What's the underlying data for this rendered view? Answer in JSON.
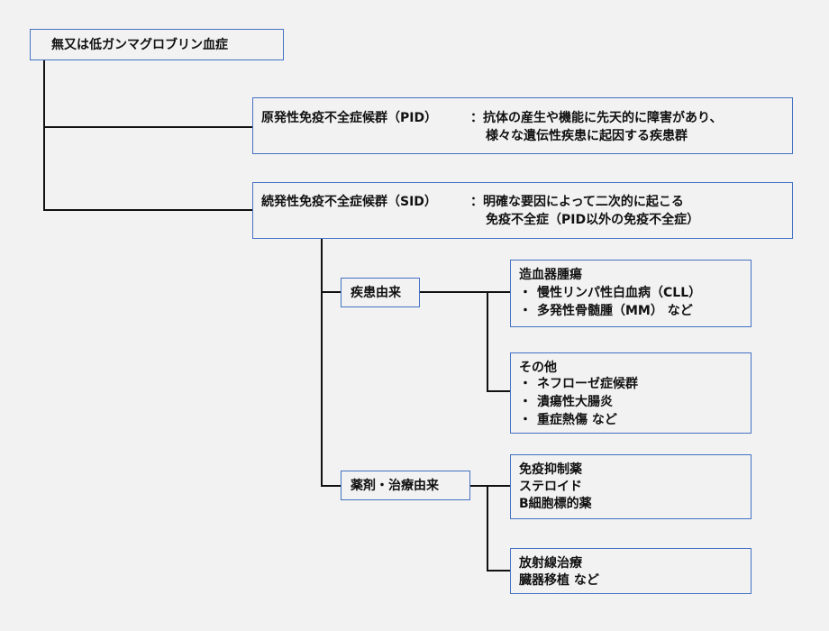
{
  "root": {
    "label": "無又は低ガンマグロブリン血症"
  },
  "pid": {
    "label": "原発性免疫不全症候群（PID）",
    "desc_line1": "：抗体の産生や機能に先天的に障害があり、",
    "desc_line2": "様々な遺伝性疾患に起因する疾患群"
  },
  "sid": {
    "label": "続発性免疫不全症候群（SID）",
    "desc_line1": "：明確な要因によって二次的に起こる",
    "desc_line2": "免疫不全症（PID以外の免疫不全症）"
  },
  "disease_origin": {
    "label": "疾患由来",
    "hematologic": {
      "title": "造血器腫瘍",
      "items": [
        "慢性リンパ性白血病（CLL）",
        "多発性骨髄腫（MM） など"
      ]
    },
    "other": {
      "title": "その他",
      "items": [
        "ネフローゼ症候群",
        "潰瘍性大腸炎",
        "重症熱傷 など"
      ]
    }
  },
  "drug_treatment_origin": {
    "label": "薬剤・治療由来",
    "drugs": {
      "lines": [
        "免疫抑制薬",
        "ステロイド",
        "B細胞標的薬"
      ]
    },
    "treatments": {
      "lines": [
        "放射線治療",
        "臓器移植 など"
      ]
    }
  },
  "bullet_symbol": "・"
}
